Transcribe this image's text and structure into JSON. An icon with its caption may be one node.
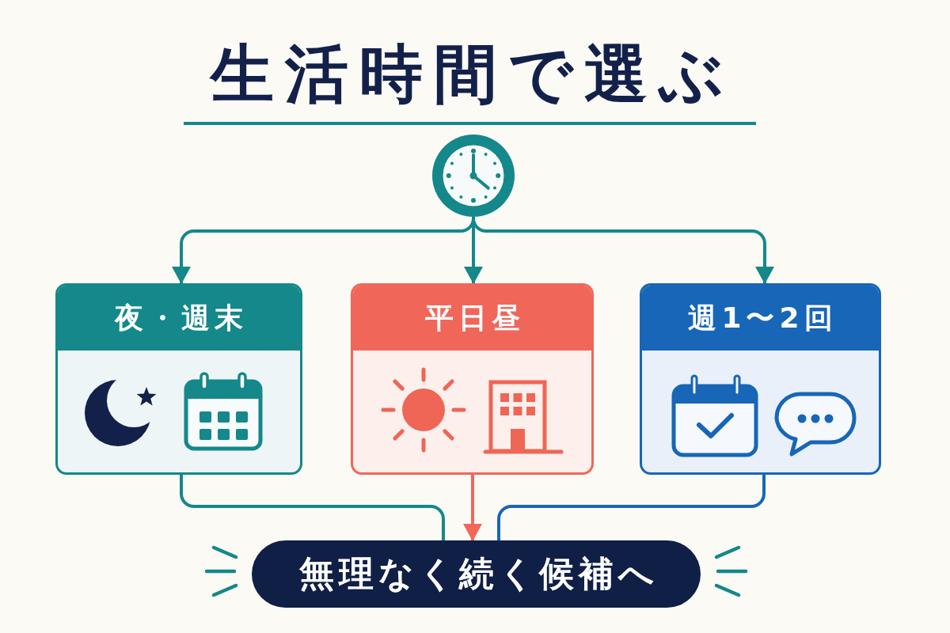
{
  "diagram": {
    "title": "生活時間で選ぶ",
    "nodes": [
      {
        "text": [],
        "shape": "picture"
      },
      {
        "text": [
          "夜・週末"
        ]
      },
      {
        "text": [
          "平日昼"
        ]
      },
      {
        "text": [
          "週1〜2回"
        ]
      },
      {
        "text": [
          "無理なく続く候補へ"
        ]
      }
    ],
    "edges": [
      {
        "from": 0,
        "to": 1,
        "arrow": "to"
      },
      {
        "from": 0,
        "to": 2,
        "arrow": "to"
      },
      {
        "from": 0,
        "to": 3,
        "arrow": "to"
      },
      {
        "from": 1,
        "to": 4,
        "arrow": "none"
      },
      {
        "from": 2,
        "to": 4,
        "arrow": "to",
        "color": "#f0675a"
      },
      {
        "from": 3,
        "to": 4,
        "arrow": "none",
        "color": "#1766b8"
      }
    ]
  }
}
